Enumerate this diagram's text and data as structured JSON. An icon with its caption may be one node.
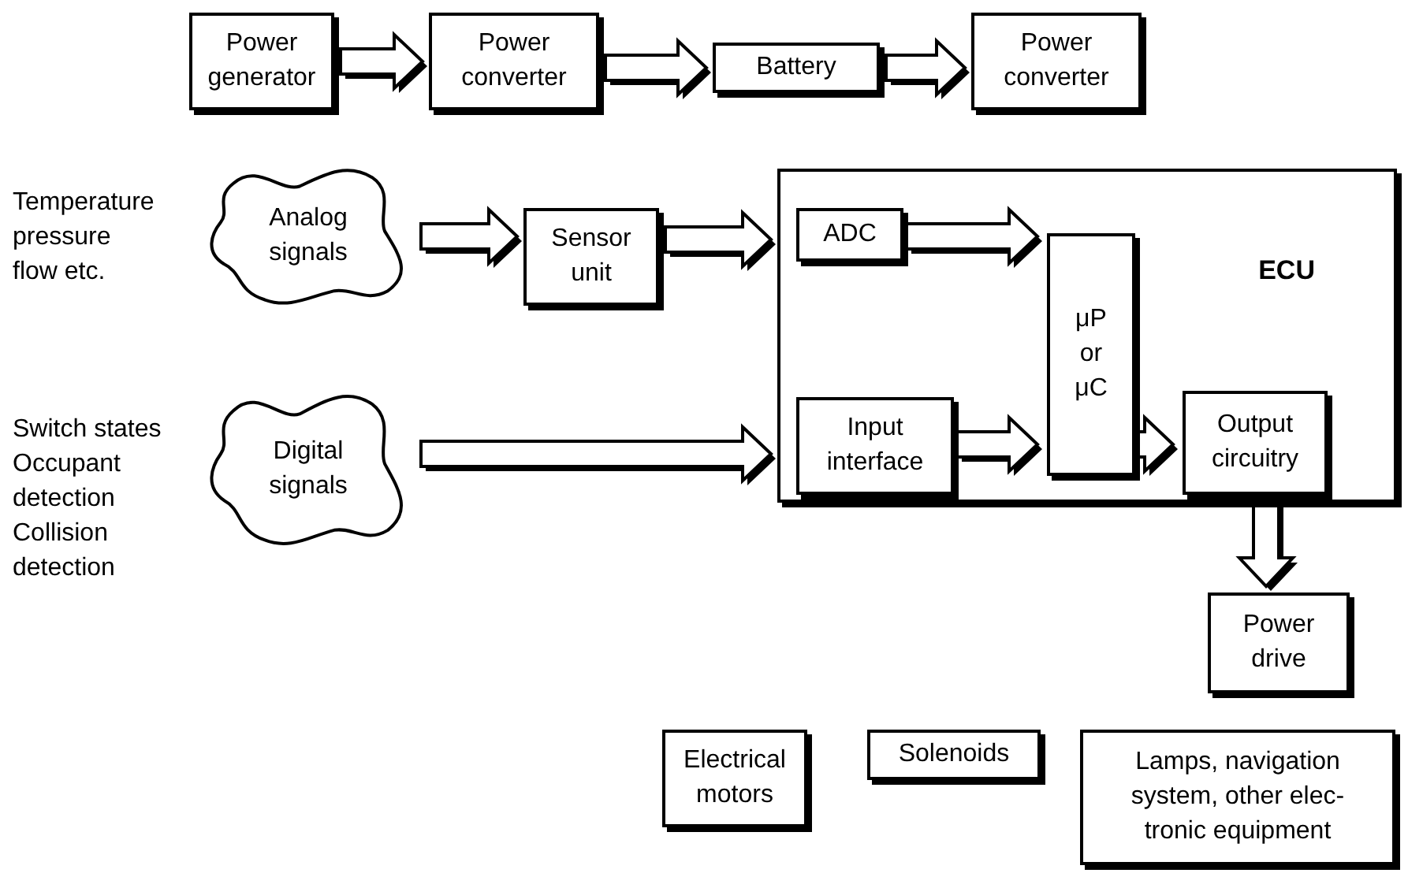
{
  "diagram": {
    "nodes": [
      {
        "text": [
          "Power generator"
        ]
      },
      {
        "text": [
          "Power converter"
        ]
      },
      {
        "text": [
          "Battery"
        ]
      },
      {
        "text": [
          "Power converter"
        ]
      },
      {
        "text": [
          "Analog signals"
        ]
      },
      {
        "text": [
          "Sensor unit"
        ]
      },
      {
        "text": [
          "ECU"
        ]
      },
      {
        "text": [
          "ADC"
        ],
        "in": 6
      },
      {
        "text": [
          "μP or μC"
        ],
        "in": 6
      },
      {
        "text": [
          "Input interface"
        ],
        "in": 6
      },
      {
        "text": [
          "Output circuitry"
        ],
        "in": 6
      },
      {
        "text": [
          "Digital signals"
        ]
      },
      {
        "text": [
          "Power drive"
        ]
      },
      {
        "text": [
          "Electrical motors"
        ]
      },
      {
        "text": [
          "Solenoids"
        ]
      },
      {
        "text": [
          "Lamps, navigation system, other elec- tronic equipment"
        ]
      }
    ],
    "edges": [
      {
        "from": 0,
        "to": 1,
        "arrow": "to"
      },
      {
        "from": 1,
        "to": 2,
        "arrow": "to"
      },
      {
        "from": 2,
        "to": 3,
        "arrow": "to"
      },
      {
        "from": 4,
        "to": 5,
        "arrow": "to"
      },
      {
        "from": 5,
        "to": 6,
        "arrow": "to"
      },
      {
        "from": 7,
        "to": 8,
        "arrow": "to"
      },
      {
        "from": 11,
        "to": 6,
        "arrow": "to"
      },
      {
        "from": 9,
        "to": 8,
        "arrow": "to"
      },
      {
        "from": 8,
        "to": 10,
        "arrow": "to"
      },
      {
        "from": 10,
        "to": 12,
        "arrow": "to"
      }
    ],
    "labels": [
      "Temperature pressure flow etc.",
      "Switch states Occupant detection Collision detection"
    ]
  }
}
